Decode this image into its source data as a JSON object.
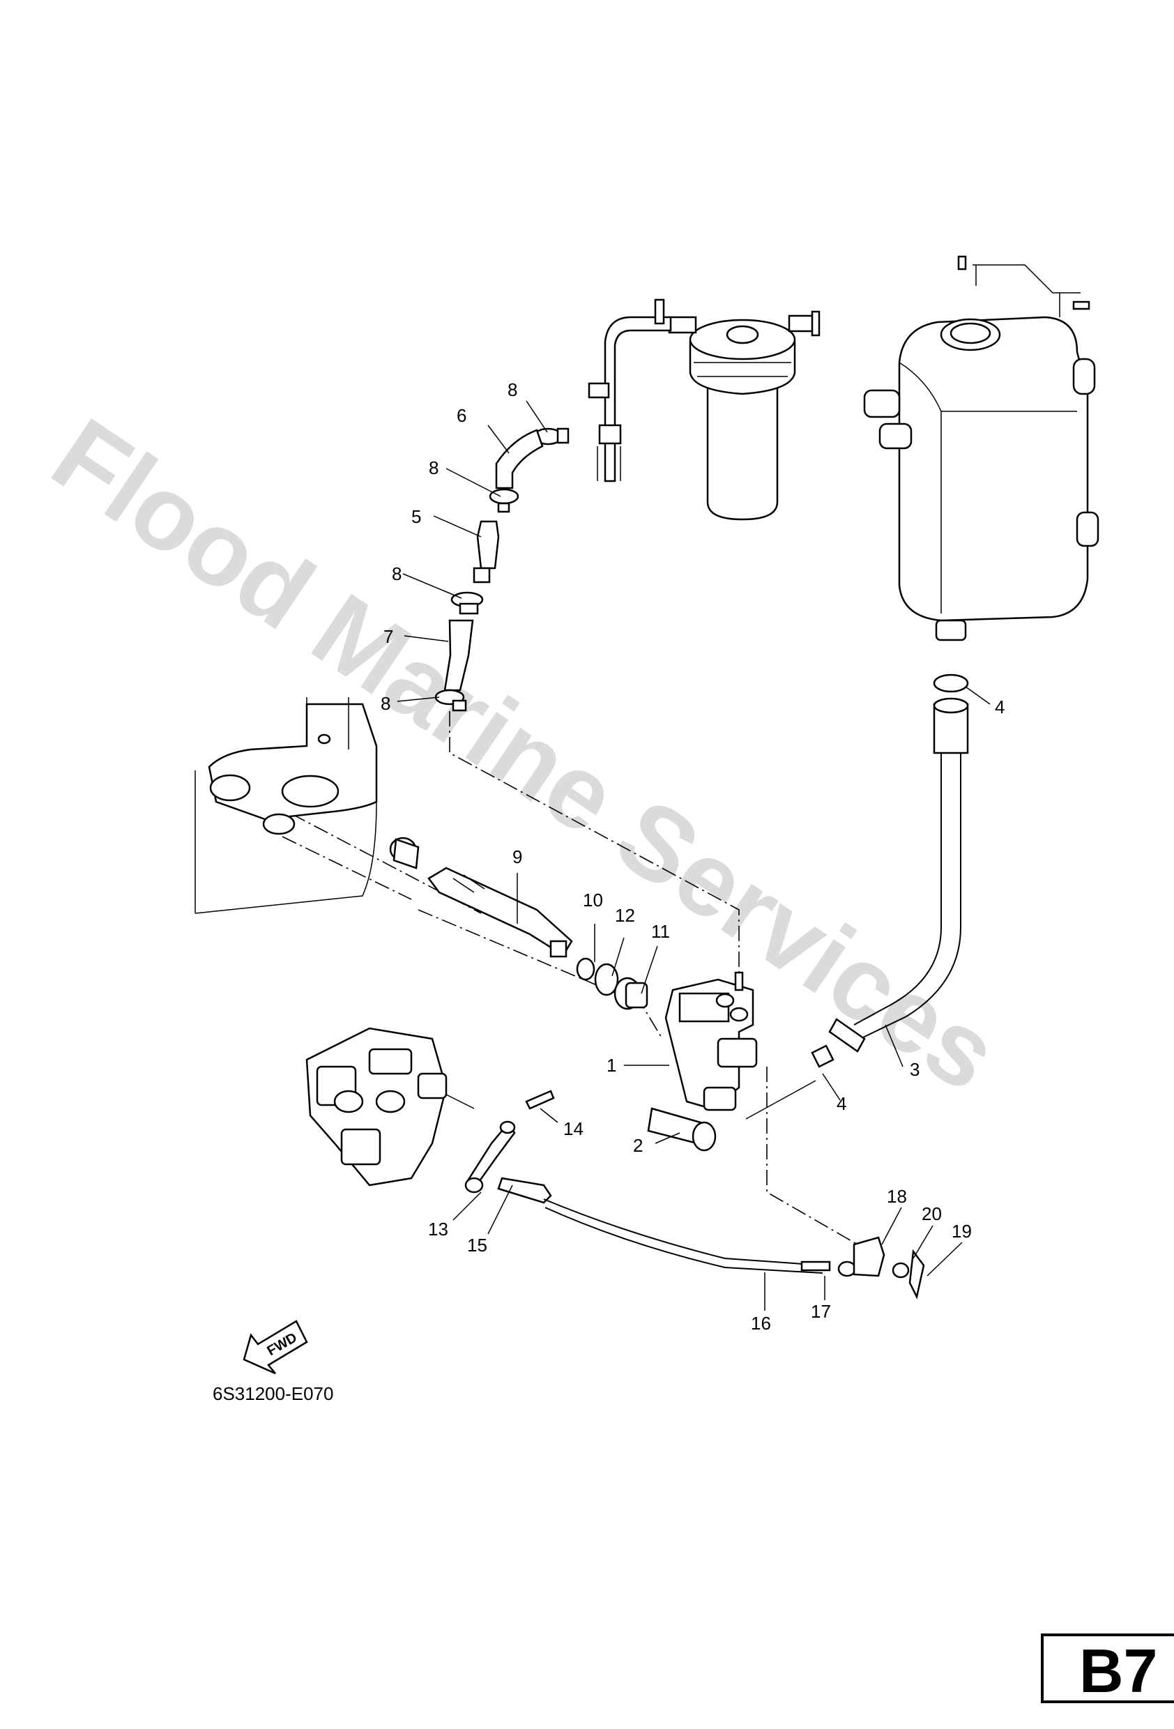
{
  "watermark": "Flood Marine Services",
  "figure_code": "6S31200-E070",
  "page_tag": "B7",
  "fwd_label": "FWD",
  "callouts": [
    "1",
    "2",
    "3",
    "4",
    "4",
    "5",
    "6",
    "7",
    "8",
    "8",
    "8",
    "8",
    "9",
    "10",
    "11",
    "12",
    "13",
    "14",
    "15",
    "16",
    "17",
    "18",
    "19",
    "20"
  ]
}
